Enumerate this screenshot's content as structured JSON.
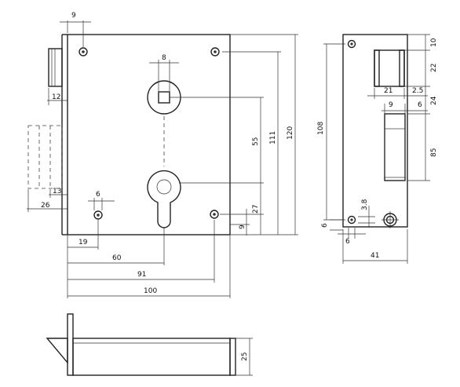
{
  "dimensions": {
    "front": {
      "top_offset": "9",
      "spindle_square": "8",
      "screw_hole": "6",
      "bolt_projection": "12",
      "backset_small": "13",
      "backset": "26",
      "x19": "19",
      "x60": "60",
      "x91": "91",
      "width": "100",
      "h9": "9",
      "h27": "27",
      "h55": "55",
      "h111": "111",
      "height": "120"
    },
    "side": {
      "top": "10",
      "bolt_height": "22",
      "bolt_depth": "21",
      "bolt_gap": "2.5",
      "g24": "24",
      "g9": "9",
      "g6": "6",
      "latch_height": "85",
      "overall": "108",
      "g3_8": "3.8",
      "g6b": "6",
      "g6c": "6",
      "depth": "41"
    },
    "bottom": {
      "thickness": "25"
    }
  }
}
